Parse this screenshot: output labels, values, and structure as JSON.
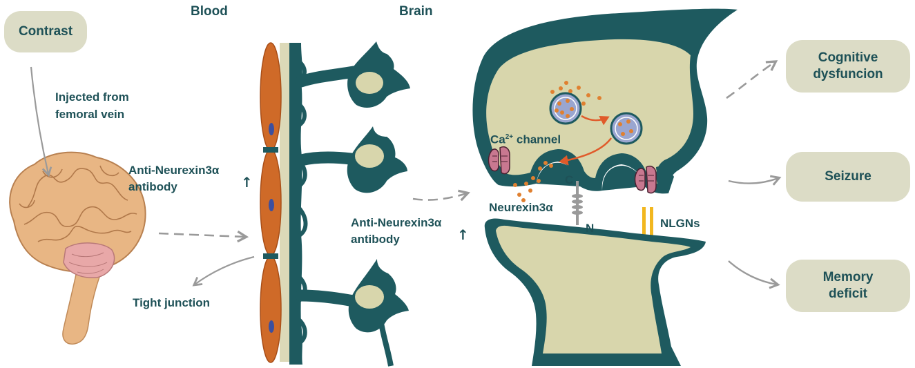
{
  "labels": {
    "contrast": "Contrast",
    "blood": "Blood",
    "brain": "Brain",
    "injected_line1": "Injected from",
    "injected_line2": "femoral vein",
    "antibody_left_line1": "Anti-Neurexin3α",
    "antibody_left_line2": "antibody",
    "antibody_mid_line1": "Anti-Neurexin3α",
    "antibody_mid_line2": "antibody",
    "tight_junction": "Tight junction",
    "ca_channel_prefix": "Ca",
    "ca_channel_sup": "2+",
    "ca_channel_suffix": " channel",
    "neurexin": "Neurexin3α",
    "c_terminal": "C",
    "n_terminal": "N",
    "nlgns": "NLGNs",
    "up_arrow": "↑"
  },
  "outcomes": [
    {
      "line1": "Cognitive",
      "line2": "dysfuncion"
    },
    {
      "line1": "Seizure",
      "line2": ""
    },
    {
      "line1": "Memory",
      "line2": "deficit"
    }
  ],
  "colors": {
    "teal": "#1e5a5f",
    "beige": "#d8d6ac",
    "box": "#dcdcc6",
    "endothelium": "#cf6a28",
    "nucleus": "#3b4fa0",
    "dots": "#e08030",
    "red_arrow": "#e05a2a",
    "channel": "#c87890",
    "nlgn": "#f2b71f",
    "gray": "#9a9a9a"
  }
}
